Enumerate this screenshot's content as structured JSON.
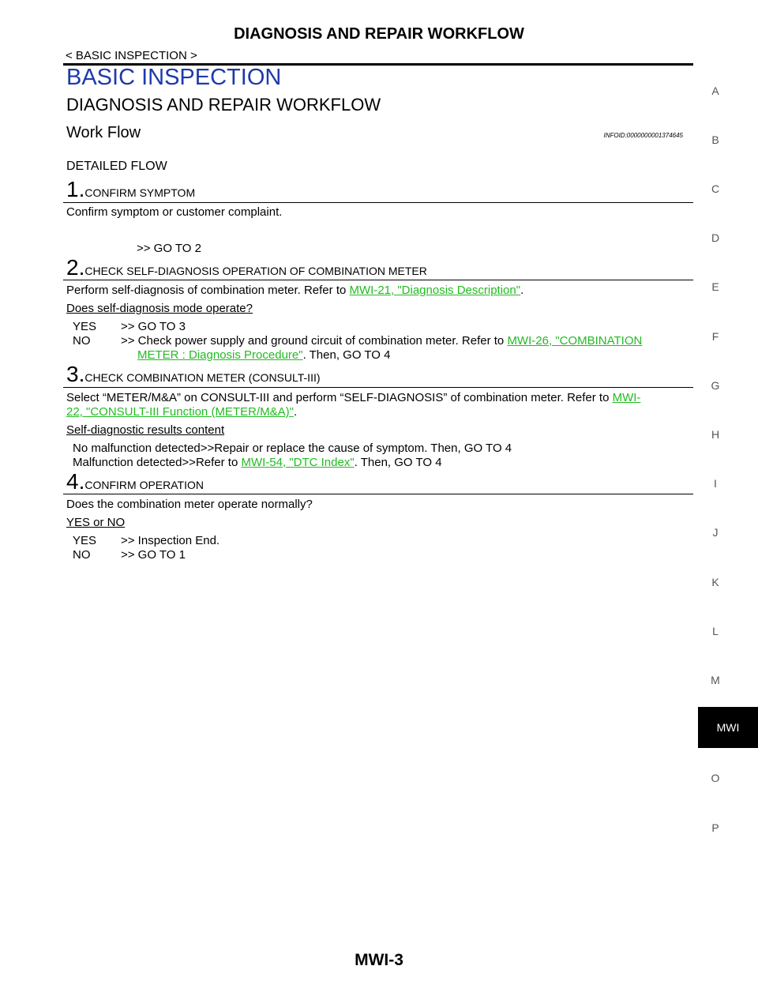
{
  "header": {
    "title": "DIAGNOSIS AND REPAIR WORKFLOW",
    "breadcrumb": "< BASIC INSPECTION >"
  },
  "section_title": "BASIC INSPECTION",
  "subsection_title": "DIAGNOSIS AND REPAIR WORKFLOW",
  "work_flow": {
    "title": "Work Flow",
    "infoid": "INFOID:0000000001374645"
  },
  "detailed_flow": "DETAILED FLOW",
  "step1": {
    "num": "1.",
    "title": "CONFIRM SYMPTOM",
    "text": "Confirm symptom or customer complaint.",
    "go": ">> GO TO 2"
  },
  "step2": {
    "num": "2.",
    "title": "CHECK SELF-DIAGNOSIS OPERATION OF COMBINATION METER",
    "text_before": "Perform self-diagnosis of combination meter. Refer to ",
    "link": "MWI-21, \"Diagnosis Description\"",
    "text_after": ".",
    "question": "Does self-diagnosis mode operate?",
    "yes_label": "YES",
    "yes_text": ">> GO TO 3",
    "no_label": "NO",
    "no_text": ">> Check power supply and ground circuit of combination meter. Refer to ",
    "no_link_1": "MWI-26, \"COMBINATION",
    "no_link_2": "METER : Diagnosis Procedure\"",
    "no_after": ". Then, GO TO 4"
  },
  "step3": {
    "num": "3.",
    "title": "CHECK COMBINATION METER (CONSULT-III)",
    "text_before": "Select “METER/M&A” on CONSULT-III and perform “SELF-DIAGNOSIS” of combination meter. Refer to ",
    "link_1": "MWI-",
    "link_2": "22, \"CONSULT-III Function (METER/M&A)\"",
    "text_after": ".",
    "question": "Self-diagnostic results content",
    "opt1": "No malfunction detected>>Repair or replace the cause of symptom. Then, GO TO 4",
    "opt2_before": "Malfunction detected>>Refer to ",
    "opt2_link": "MWI-54, \"DTC Index\"",
    "opt2_after": ". Then, GO TO 4"
  },
  "step4": {
    "num": "4.",
    "title": "CONFIRM OPERATION",
    "text": "Does the combination meter operate normally?",
    "question": "YES or NO",
    "yes_label": "YES",
    "yes_text": ">> Inspection End.",
    "no_label": "NO",
    "no_text": ">> GO TO 1"
  },
  "side_index": [
    "A",
    "B",
    "C",
    "D",
    "E",
    "F",
    "G",
    "H",
    "I",
    "J",
    "K",
    "L",
    "M",
    "O",
    "P"
  ],
  "active_tab": "MWI",
  "footer": "MWI-3",
  "colors": {
    "link": "#22bb22",
    "section_title": "#1e3aaa"
  }
}
